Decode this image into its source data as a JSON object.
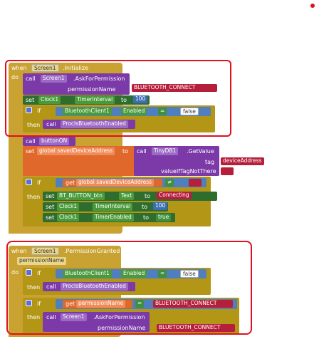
{
  "event1": {
    "when": "when",
    "screen": "Screen1",
    "event": ".Initialize",
    "do": "do"
  },
  "ask1": {
    "call": "call",
    "comp": "Screen1",
    "method": ".AskForPermission",
    "param": "permissionName",
    "value": "BLUETOOTH_CONNECT"
  },
  "set1": {
    "set": "set",
    "comp": "Clock1",
    "prop": "TimerInterval",
    "to": "to",
    "value": "100"
  },
  "if1": {
    "if": "if",
    "comp": "BluetoothClient1",
    "prop": "Enabled",
    "op": "=",
    "value": "false",
    "then": "then",
    "call": "call",
    "proc": "ProcIsBluetoothEnabled"
  },
  "btn_call": {
    "call": "call",
    "proc": "buttonON"
  },
  "setglobal": {
    "set": "set",
    "var": "global savedDeviceAddress",
    "to": "to",
    "call": "call",
    "comp": "TinyDB1",
    "method": ".GetValue",
    "tag_label": "tag",
    "tag": "deviceAddress",
    "notthere_label": "valueIfTagNotThere",
    "notthere": ""
  },
  "if2": {
    "if": "if",
    "get": "get",
    "var": "global savedDeviceAddress",
    "op": "≠",
    "value": "",
    "then": "then"
  },
  "set2": {
    "set": "set",
    "comp": "BT_BUTTON_btn",
    "prop": "Text",
    "to": "to",
    "value": "Connecting"
  },
  "set3": {
    "set": "set",
    "comp": "Clock1",
    "prop": "TimerInterval",
    "to": "to",
    "value": "100"
  },
  "set4": {
    "set": "set",
    "comp": "Clock1",
    "prop": "TimerEnabled",
    "to": "to",
    "value": "true"
  },
  "event2": {
    "when": "when",
    "screen": "Screen1",
    "event": ".PermissionGranted",
    "param": "permissionName",
    "do": "do"
  },
  "if3": {
    "if": "if",
    "comp": "BluetoothClient1",
    "prop": "Enabled",
    "op": "=",
    "value": "false",
    "then": "then",
    "call": "call",
    "proc": "ProcIsBluetoothEnabled"
  },
  "if4": {
    "if": "if",
    "get": "get",
    "var": "permissionName",
    "op": "=",
    "value": "BLUETOOTH_CONNECT",
    "then": "then",
    "call": "call",
    "comp": "Screen1",
    "method": ".AskForPermission",
    "param": "permissionName",
    "value2": "BLUETOOTH_CONNECT"
  },
  "colors": {
    "event": "#c9a232",
    "highlight": "#e0101e"
  }
}
